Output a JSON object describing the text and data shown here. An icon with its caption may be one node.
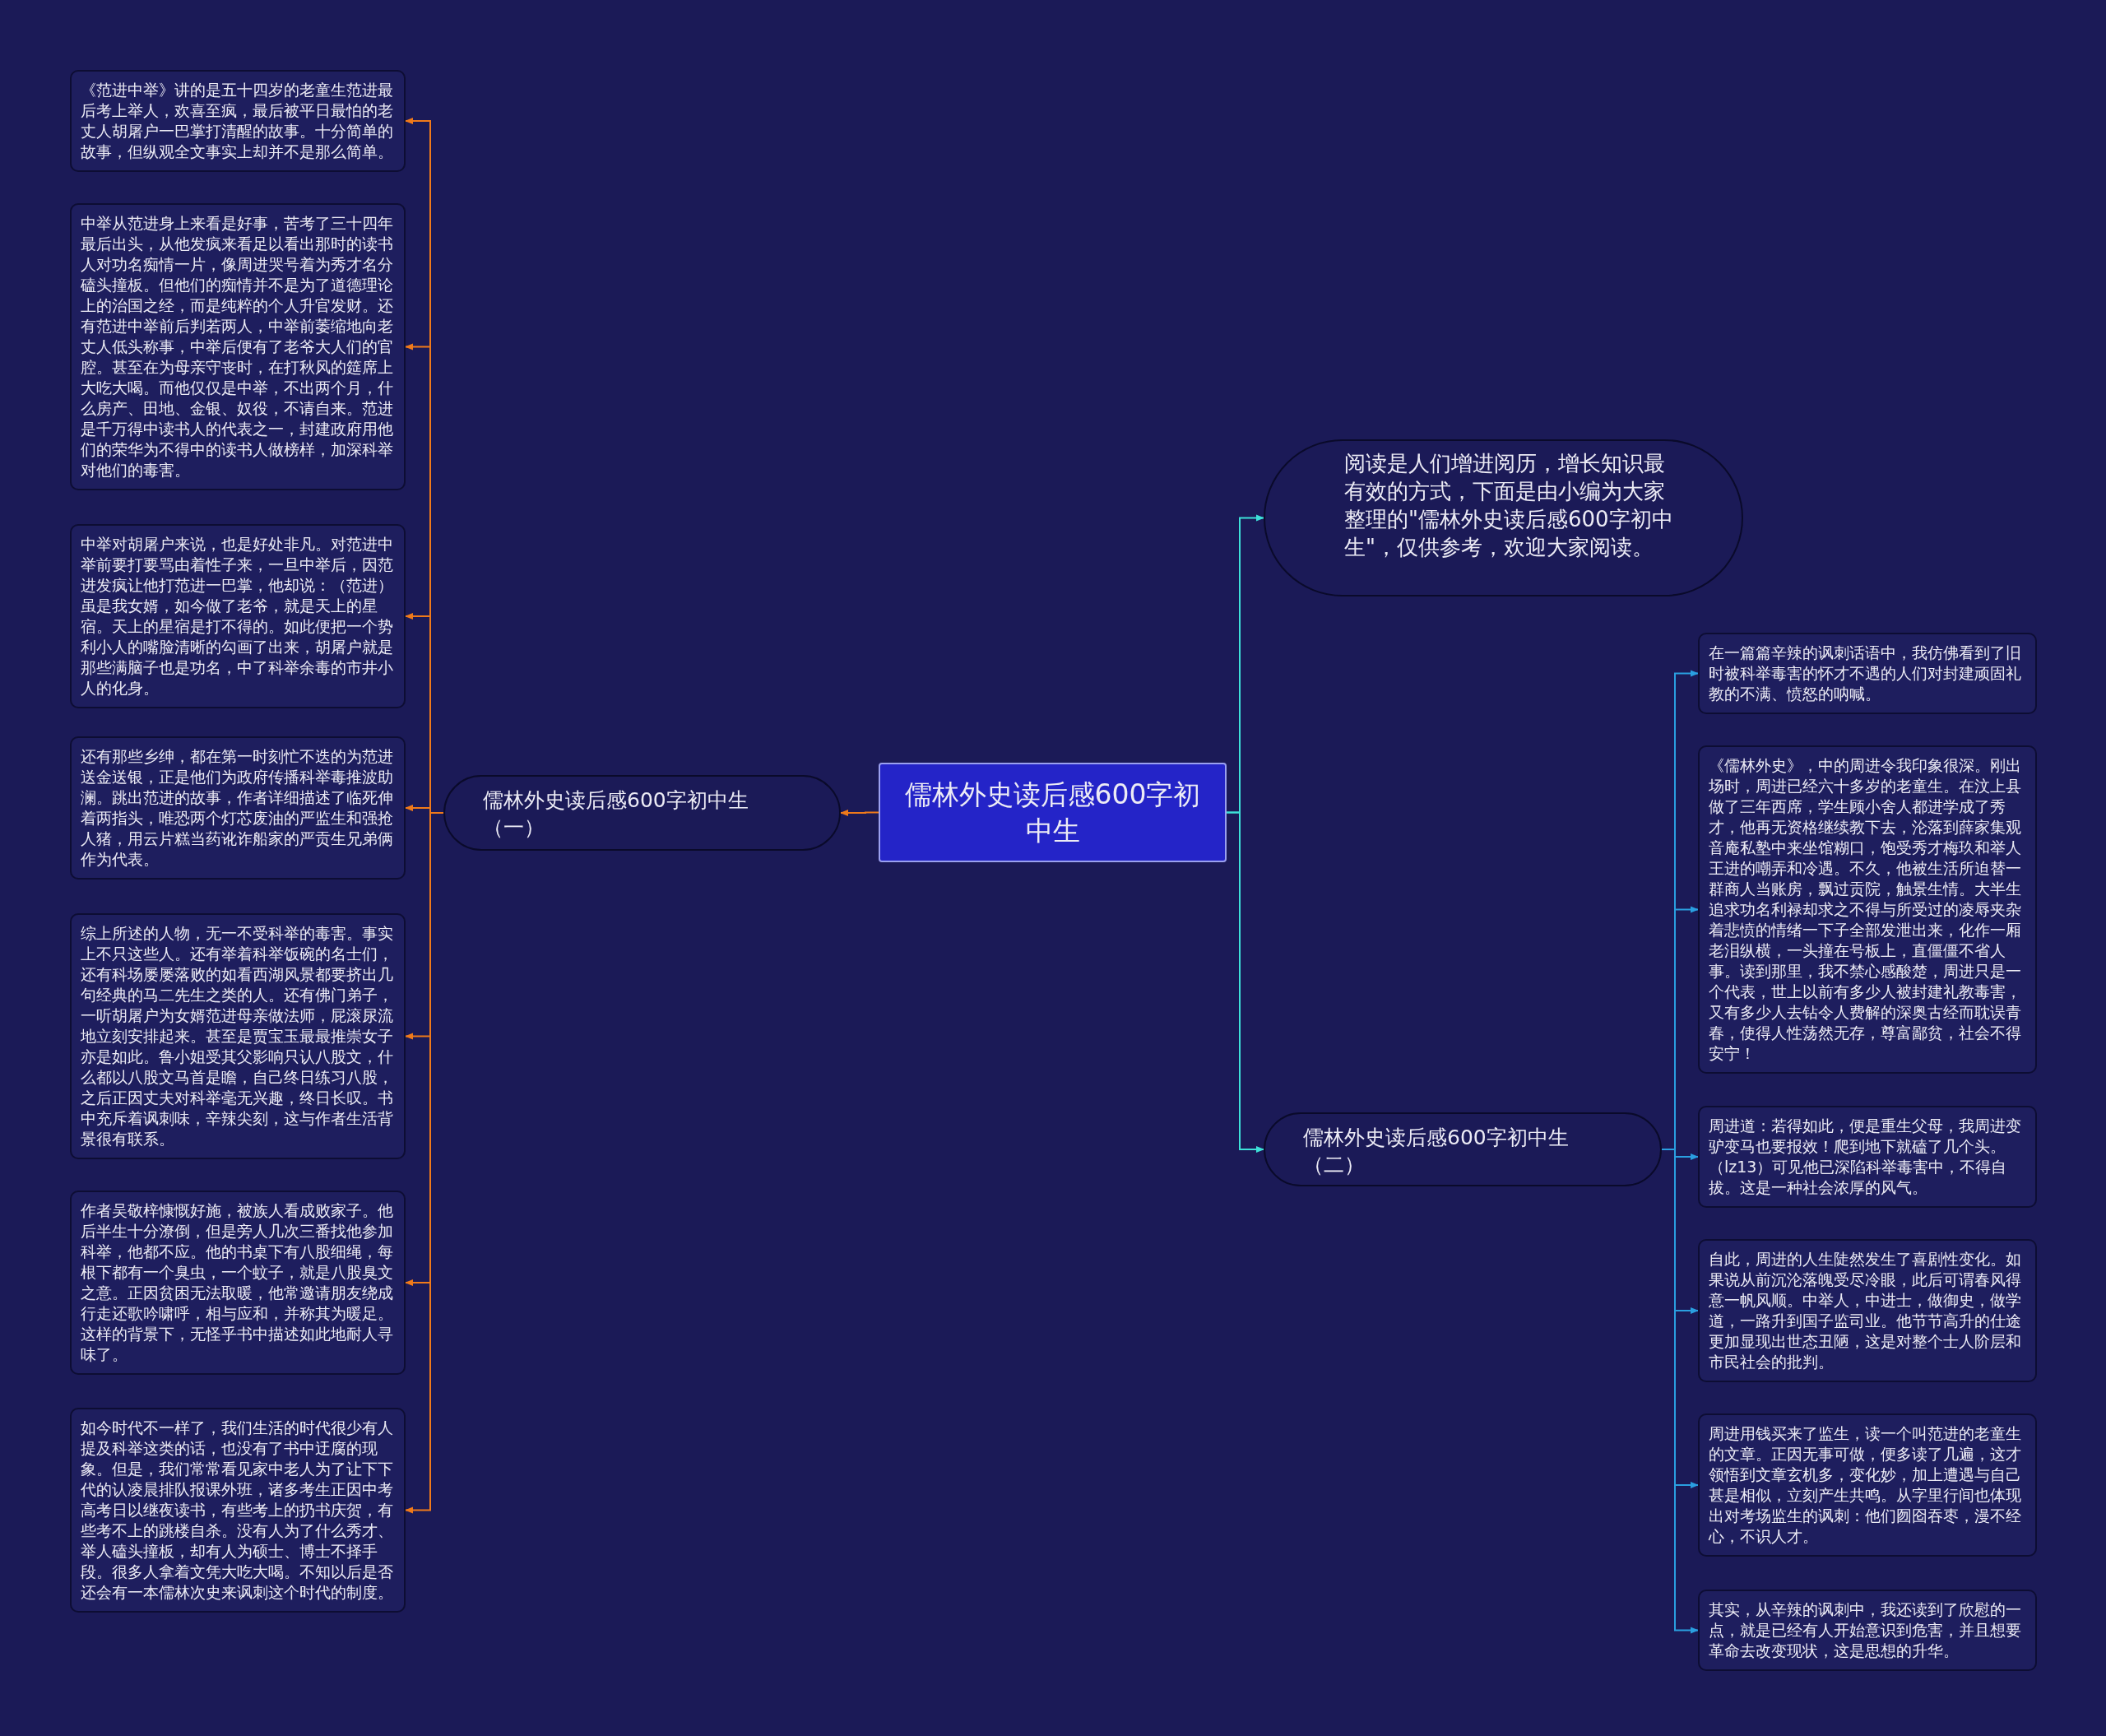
{
  "diagram": {
    "nodes": [
      {
        "text": [
          "儒林外史读后感600字初中生"
        ]
      },
      {
        "text": [
          "儒林外史读后感600字初中生（一）"
        ]
      },
      {
        "text": [
          "《范进中举》讲的是五十四岁的老童生范进最后考上举人，欢喜至疯，最后被平日最怕的老丈人胡屠户一巴掌打清醒的故事。十分简单的故事，但纵观全文事实上却并不是那么简单。"
        ]
      },
      {
        "text": [
          "中举从范进身上来看是好事，苦考了三十四年最后出头，从他发疯来看足以看出那时的读书人对功名痴情一片，像周进哭号着为秀才名分磕头撞板。但他们的痴情并不是为了道德理论上的治国之经，而是纯粹的个人升官发财。还有范进中举前后判若两人，中举前萎缩地向老丈人低头称事，中举后便有了老爷大人们的官腔。甚至在为母亲守丧时，在打秋风的筵席上大吃大喝。而他仅仅是中举，不出两个月，什么房产、田地、金银、奴役，不请自来。范进是千万得中读书人的代表之一，封建政府用他们的荣华为不得中的读书人做榜样，加深科举对他们的毒害。"
        ]
      },
      {
        "text": [
          "中举对胡屠户来说，也是好处非凡。对范进中举前要打要骂由着性子来，一旦中举后，因范进发疯让他打范进一巴掌，他却说：（范进）虽是我女婿，如今做了老爷，就是天上的星宿。天上的星宿是打不得的。如此便把一个势利小人的嘴脸清晰的勾画了出来，胡屠户就是那些满脑子也是功名，中了科举余毒的市井小人的化身。"
        ]
      },
      {
        "text": [
          "还有那些乡绅，都在第一时刻忙不迭的为范进送金送银，正是他们为政府传播科举毒推波助澜。跳出范进的故事，作者详细描述了临死伸着两指头，唯恐两个灯芯废油的严监生和强抢人猪，用云片糕当药讹诈船家的严贡生兄弟俩作为代表。"
        ]
      },
      {
        "text": [
          "综上所述的人物，无一不受科举的毒害。事实上不只这些人。还有举着科举饭碗的名士们，还有科场屡屡落败的如看西湖风景都要挤出几句经典的马二先生之类的人。还有佛门弟子，一听胡屠户为女婿范进母亲做法师，屁滚尿流地立刻安排起来。甚至是贾宝玉最最推崇女子亦是如此。鲁小姐受其父影响只认八股文，什么都以八股文马首是瞻，自己终日练习八股，之后正因丈夫对科举毫无兴趣，终日长叹。书中充斥着讽刺味，辛辣尖刻，这与作者生活背景很有联系。"
        ]
      },
      {
        "text": [
          "作者吴敬梓慷慨好施，被族人看成败家子。他后半生十分潦倒，但是旁人几次三番找他参加科举，他都不应。他的书桌下有八股细绳，每根下都有一个臭虫，一个蚊子，就是八股臭文之意。正因贫困无法取暖，他常邀请朋友绕成行走还歌吟啸呼，相与应和，并称其为暖足。这样的背景下，无怪乎书中描述如此地耐人寻味了。"
        ]
      },
      {
        "text": [
          "如今时代不一样了，我们生活的时代很少有人提及科举这类的话，也没有了书中迂腐的现象。但是，我们常常看见家中老人为了让下下代的认凌晨排队报课外班，诸多考生正因中考高考日以继夜读书，有些考上的扔书庆贺，有些考不上的跳楼自杀。没有人为了什么秀才、举人磕头撞板，却有人为硕士、博士不择手段。很多人拿着文凭大吃大喝。不知以后是否还会有一本儒林次史来讽刺这个时代的制度。"
        ]
      },
      {
        "text": [
          "阅读是人们增进阅历，增长知识最有效的方式，下面是由小编为大家整理的\"儒林外史读后感600字初中生\"，仅供参考，欢迎大家阅读。"
        ]
      },
      {
        "text": [
          "儒林外史读后感600字初中生（二）"
        ]
      },
      {
        "text": [
          "在一篇篇辛辣的讽刺话语中，我仿佛看到了旧时被科举毒害的怀才不遇的人们对封建顽固礼教的不满、愤怒的呐喊。"
        ]
      },
      {
        "text": [
          "《儒林外史》，中的周进令我印象很深。刚出场时，周进已经六十多岁的老童生。在汶上县做了三年西席，学生顾小舍人都进学成了秀才，他再无资格继续教下去，沦落到薛家集观音庵私塾中来坐馆糊口，饱受秀才梅玖和举人王进的嘲弄和冷遇。不久，他被生活所迫替一群商人当账房，飘过贡院，触景生情。大半生追求功名利禄却求之不得与所受过的凌辱夹杂着悲愤的情绪一下子全部发泄出来，化作一厢老泪纵横，一头撞在号板上，直僵僵不省人事。读到那里，我不禁心感酸楚，周进只是一个代表，世上以前有多少人被封建礼教毒害，又有多少人去钻令人费解的深奥古经而耽误青春，使得人性荡然无存，尊富鄙贫，社会不得安宁！"
        ]
      },
      {
        "text": [
          "周进道：若得如此，便是重生父母，我周进变驴变马也要报效！爬到地下就磕了几个头。（lz13）可见他已深陷科举毒害中，不得自拔。这是一种社会浓厚的风气。"
        ]
      },
      {
        "text": [
          "自此，周进的人生陡然发生了喜剧性变化。如果说从前沉沦落魄受尽冷眼，此后可谓春风得意一帆风顺。中举人，中进士，做御史，做学道，一路升到国子监司业。他节节高升的仕途更加显现出世态丑陋，这是对整个士人阶层和市民社会的批判。"
        ]
      },
      {
        "text": [
          "周进用钱买来了监生，读一个叫范进的老童生的文章。正因无事可做，便多读了几遍，这才领悟到文章玄机多，变化妙，加上遭遇与自己甚是相似，立刻产生共鸣。从字里行间也体现出对考场监生的讽刺：他们囫囵吞枣，漫不经心，不识人才。"
        ]
      },
      {
        "text": [
          "其实，从辛辣的讽刺中，我还读到了欣慰的一点，就是已经有人开始意识到危害，并且想要革命去改变现状，这是思想的升华。"
        ]
      }
    ],
    "edges": [
      {
        "from": 0,
        "to": 1,
        "arrow": "to",
        "color": "#f07a1a"
      },
      {
        "from": 1,
        "to": 2,
        "arrow": "to",
        "color": "#f07a1a"
      },
      {
        "from": 1,
        "to": 3,
        "arrow": "to",
        "color": "#f07a1a"
      },
      {
        "from": 1,
        "to": 4,
        "arrow": "to",
        "color": "#f07a1a"
      },
      {
        "from": 1,
        "to": 5,
        "arrow": "to",
        "color": "#f07a1a"
      },
      {
        "from": 1,
        "to": 6,
        "arrow": "to",
        "color": "#f07a1a"
      },
      {
        "from": 1,
        "to": 7,
        "arrow": "to",
        "color": "#f07a1a"
      },
      {
        "from": 1,
        "to": 8,
        "arrow": "to",
        "color": "#f07a1a"
      },
      {
        "from": 0,
        "to": 9,
        "arrow": "to",
        "color": "#3de0d8"
      },
      {
        "from": 0,
        "to": 10,
        "arrow": "to",
        "color": "#3de0d8"
      },
      {
        "from": 10,
        "to": 11,
        "arrow": "to",
        "color": "#2a9fe0"
      },
      {
        "from": 10,
        "to": 12,
        "arrow": "to",
        "color": "#2a9fe0"
      },
      {
        "from": 10,
        "to": 13,
        "arrow": "to",
        "color": "#2a9fe0"
      },
      {
        "from": 10,
        "to": 14,
        "arrow": "to",
        "color": "#2a9fe0"
      },
      {
        "from": 10,
        "to": 15,
        "arrow": "to",
        "color": "#2a9fe0"
      },
      {
        "from": 10,
        "to": 16,
        "arrow": "to",
        "color": "#2a9fe0"
      }
    ]
  }
}
